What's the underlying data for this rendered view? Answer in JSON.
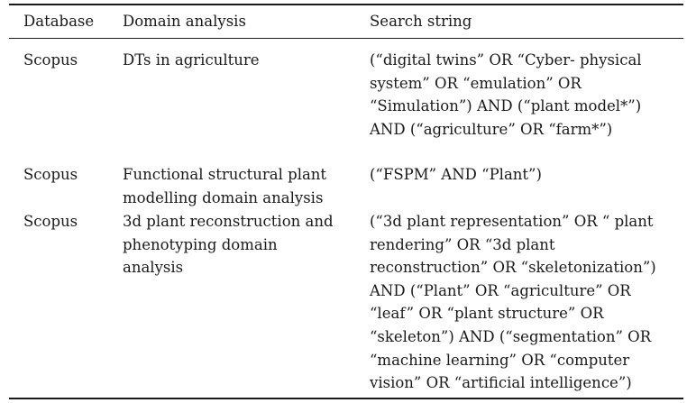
{
  "table": {
    "headers": {
      "database": "Database",
      "domain": "Domain analysis",
      "search": "Search string"
    },
    "rows": [
      {
        "database": "Scopus",
        "domain_lines": [
          "DTs in agriculture"
        ],
        "search_lines": [
          "(“digital twins” OR “Cyber- physical",
          "system” OR “emulation” OR",
          "“Simulation”) AND (“plant model*”)",
          "AND (“agriculture” OR “farm*”)"
        ]
      },
      {
        "database": "Scopus",
        "domain_lines": [
          "Functional structural plant",
          "modelling domain analysis"
        ],
        "search_lines": [
          "(“FSPM” AND “Plant”)"
        ]
      },
      {
        "database": "Scopus",
        "domain_lines": [
          "3d plant reconstruction and",
          "phenotyping domain",
          "analysis"
        ],
        "search_lines": [
          "(“3d plant representation” OR “ plant",
          "rendering” OR “3d plant",
          "reconstruction” OR “skeletonization”)",
          "AND (“Plant” OR “agriculture” OR",
          "“leaf” OR “plant structure” OR",
          "“skeleton”) AND (“segmentation” OR",
          "“machine learning” OR “computer",
          "vision” OR “artificial intelligence”)"
        ]
      }
    ]
  }
}
